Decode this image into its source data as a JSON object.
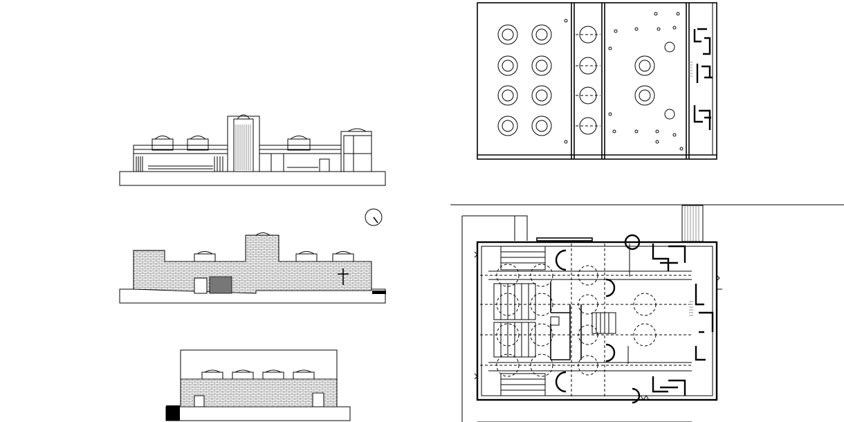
{
  "drawing": {
    "type": "architectural-sheet",
    "views": [
      {
        "id": "front-elevation",
        "kind": "elevation-line"
      },
      {
        "id": "side-elevation",
        "kind": "elevation-brick"
      },
      {
        "id": "rear-elevation",
        "kind": "elevation-brick"
      },
      {
        "id": "roof-plan",
        "kind": "plan"
      },
      {
        "id": "floor-plan",
        "kind": "plan"
      }
    ],
    "roof_plan": {
      "skylights_left_cols": 2,
      "skylights_left_rows": 4,
      "skylights_right": 2
    },
    "colors": {
      "line": "#000000",
      "brick": "#555555",
      "background": "#ffffff"
    }
  }
}
